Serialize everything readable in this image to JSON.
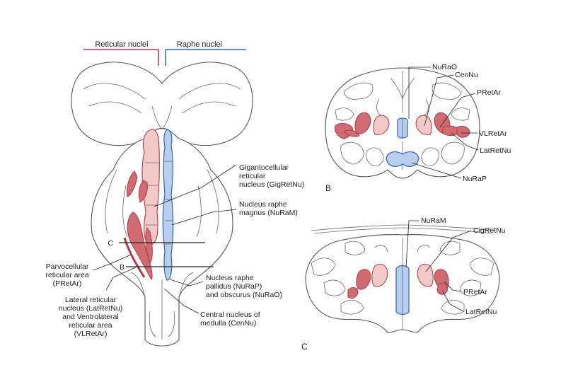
{
  "colors": {
    "reticular": "#b03a48",
    "reticular_fill": "#d06b71",
    "reticular_light": "#f2c9c6",
    "raphe": "#3565ad",
    "raphe_fill": "#b9cdec"
  },
  "headers": {
    "reticular": "Reticular nuclei",
    "raphe": "Raphe nuclei"
  },
  "panel_a": {
    "gigantocellular": [
      "Gigantocellular",
      "reticular",
      "nucleus (GigRetNu)"
    ],
    "nuraM": [
      "Nucleus raphe",
      "magnus (NuRaM)"
    ],
    "nuraP": [
      "Nucleus raphe",
      "pallidus (NuRaP)",
      "and obscurus (NuRaO)"
    ],
    "cennu": [
      "Central nucleus of",
      "medulla (CenNu)"
    ],
    "parvo": [
      "Parvocellular",
      "reticular area",
      "(PRetAr)"
    ],
    "lateral": [
      "Lateral reticular",
      "nucleus (LatRetNu)",
      "and Ventrolateral",
      "reticular area",
      "(VLRetAr)"
    ],
    "level_c": "C",
    "level_b": "B"
  },
  "panel_b": {
    "letter": "B",
    "labels": {
      "nurao": "NuRaO",
      "cennu": "CenNu",
      "pretar": "PRetAr",
      "vlretar": "VLRetAr",
      "latretnu": "LatRetNu",
      "nurap": "NuRaP"
    }
  },
  "panel_c": {
    "letter": "C",
    "labels": {
      "nuram": "NuRaM",
      "cigretnu": "CigRetNu",
      "pretar": "PRetAr",
      "latretnu": "LatRetNu"
    }
  }
}
